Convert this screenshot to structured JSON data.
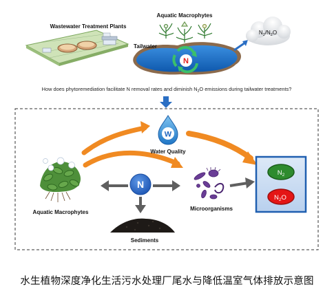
{
  "top": {
    "wwtp_label": "Wastewater Treatment Plants",
    "macrophytes_label": "Aquatic Macrophytes",
    "tailwater_label": "Tailwater",
    "pond_badge": "N",
    "cloud_label": {
      "base1": "N",
      "sub1": "2",
      "sep": "/",
      "base2": "N",
      "sub2": "2",
      "tail": "O"
    }
  },
  "question": {
    "pre": "How does phytoremediation facilitate N removal rates and diminish N",
    "sub": "2",
    "post": "O emissions during tailwater treatments?"
  },
  "box": {
    "water_quality_badge": "W",
    "water_quality_label": "Water Quality",
    "nitrogen_badge": "N",
    "macrophytes_label": "Aquatic Macrophytes",
    "microorganisms_label": "Microorganisms",
    "sediments_label": "Sediments",
    "n2": {
      "base": "N",
      "sub": "2"
    },
    "n2o": {
      "base": "N",
      "sub": "2",
      "tail": "O"
    }
  },
  "caption": "水生植物深度净化生活污水处理厂尾水与降低温室气体排放示意图",
  "colors": {
    "orange_arrow": "#f08a22",
    "gray_arrow": "#5f5f5f",
    "blue_arrow": "#2b6fc4",
    "pond_blue": "#1d72c8",
    "panel_blue": "#1f5fb0",
    "n2_green": "#2e8b2e",
    "n2o_red": "#e41515",
    "n_circle": "#2f6fcc",
    "sediment": "#1e1a17"
  }
}
